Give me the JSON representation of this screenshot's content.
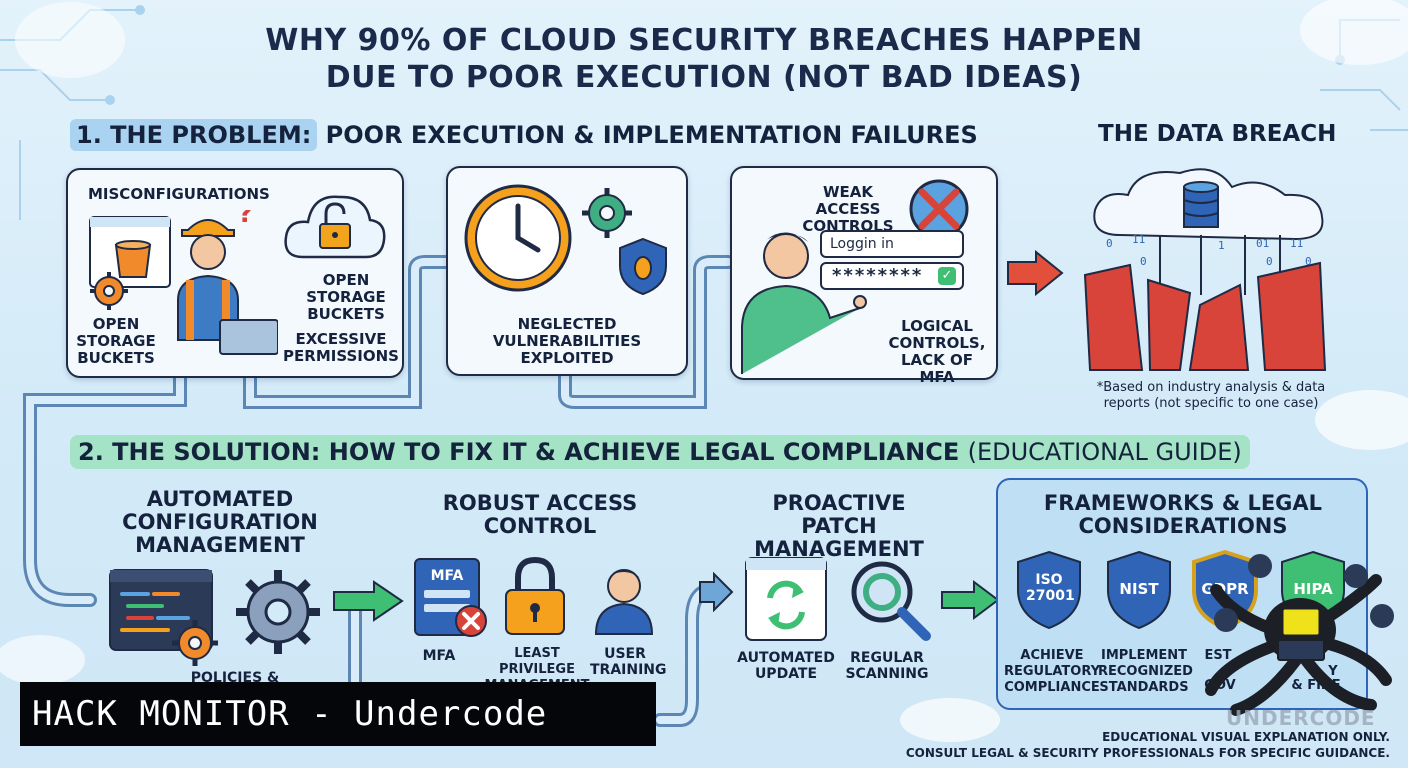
{
  "title": {
    "line1": "WHY 90% OF CLOUD SECURITY BREACHES HAPPEN",
    "line2": "DUE TO POOR EXECUTION (NOT BAD IDEAS)"
  },
  "problem": {
    "header_num": "1. THE PROBLEM:",
    "header_rest": "POOR EXECUTION & IMPLEMENTATION FAILURES",
    "panel1": {
      "title": "MISCONFIGURATIONS",
      "left_label": "OPEN STORAGE BUCKETS",
      "right_label": "OPEN STORAGE BUCKETS",
      "bottom_label": "EXCESSIVE PERMISSIONS"
    },
    "panel2": {
      "label": "NEGLECTED VULNERABILITIES EXPLOITED"
    },
    "panel3": {
      "title": "WEAK ACCESS CONTROLS",
      "login_text": "Loggin in",
      "password_text": "********",
      "label": "LOGICAL CONTROLS, LACK OF MFA"
    },
    "breach": {
      "title": "THE DATA BREACH",
      "footnote": "*Based on industry analysis & data reports (not specific to one case)",
      "binary": [
        "0",
        "11",
        "0",
        "1",
        "01",
        "0",
        "11",
        "0"
      ]
    }
  },
  "solution": {
    "header_main": "2. THE SOLUTION: HOW TO FIX IT & ACHIEVE LEGAL COMPLIANCE",
    "header_light": "(EDUCATIONAL GUIDE)",
    "col1": {
      "title": "AUTOMATED CONFIGURATION MANAGEMENT",
      "partial_label": "POLICIES & AUDITS"
    },
    "col2": {
      "title": "ROBUST ACCESS CONTROL",
      "mfa_badge": "MFA",
      "items": [
        "MFA",
        "LEAST PRIVILEGE MANAGEMENT",
        "USER TRAINING"
      ]
    },
    "col3": {
      "title": "PROACTIVE PATCH MANAGEMENT",
      "items": [
        "AUTOMATED UPDATE",
        "REGULAR SCANNING"
      ]
    },
    "col4": {
      "title": "FRAMEWORKS & LEGAL CONSIDERATIONS",
      "shields": [
        "ISO 27001",
        "NIST",
        "GDPR",
        "HIPA"
      ],
      "items": [
        "ACHIEVE REGULATORY COMPLIANCE",
        "IMPLEMENT RECOGNIZED STANDARDS",
        "EST",
        "Y",
        "GOV",
        "& FINE"
      ]
    }
  },
  "banner": {
    "text": "HACK MONITOR - Undercode"
  },
  "watermark": {
    "text": "UNDERCODE"
  },
  "disclaimer": {
    "line1": "EDUCATIONAL VISUAL EXPLANATION ONLY.",
    "line2": "CONSULT LEGAL & SECURITY PROFESSIONALS FOR SPECIFIC GUIDANCE."
  },
  "colors": {
    "problem_pill": "#a9d3f0",
    "solution_pill": "#a5e3c6",
    "arrow_red": "#e2503c",
    "arrow_green": "#3fbf73",
    "wall_red": "#d8433a",
    "frameworks_panel": "#bfe0f4"
  },
  "icons": [
    "cloud-lock-icon",
    "clock-icon",
    "gear-icon",
    "bug-shield-icon",
    "x-circle-icon",
    "database-icon",
    "code-window-icon",
    "padlock-icon",
    "user-icon",
    "refresh-window-icon",
    "magnifier-icon",
    "octopus-mascot-icon"
  ]
}
